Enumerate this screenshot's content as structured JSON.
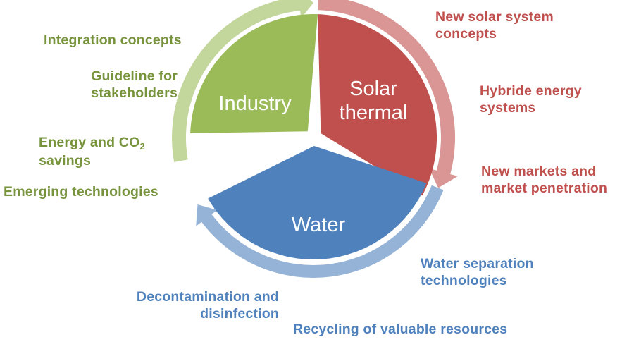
{
  "colors": {
    "industry": "#9bbb59",
    "industry_arrow": "#c3d69b",
    "solar": "#c0504d",
    "solar_arrow": "#d99694",
    "water": "#4f81bd",
    "water_arrow": "#95b3d7",
    "industry_text": "#77933c",
    "solar_text": "#c0504d",
    "water_text": "#4f81bd"
  },
  "segments": {
    "industry": "Industry",
    "solar_line1": "Solar",
    "solar_line2": "thermal",
    "water": "Water"
  },
  "industry_items": {
    "integration": "Integration concepts",
    "guideline_line1": "Guideline for",
    "guideline_line2": "stakeholders",
    "energy_line1_a": "Energy and CO",
    "energy_line1_sub": "2",
    "energy_line2": "savings",
    "emerging": "Emerging technologies"
  },
  "solar_items": {
    "new_solar_line1": "New solar system",
    "new_solar_line2": "concepts",
    "hybride_line1": "Hybride energy",
    "hybride_line2": "systems",
    "markets_line1": "New markets and",
    "markets_line2": "market penetration"
  },
  "water_items": {
    "separation_line1": "Water separation",
    "separation_line2": "technologies",
    "decon_line1": "Decontamination and",
    "decon_line2": "disinfection",
    "recycling": "Recycling of valuable resources"
  }
}
